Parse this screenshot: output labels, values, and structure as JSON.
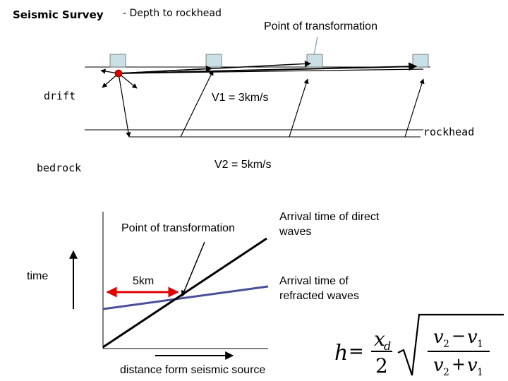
{
  "title": "Seismic Survey",
  "subtitle": "- Depth to rockhead",
  "labels": {
    "point_of_transformation_top": "Point of transformation",
    "drift": "drift",
    "v1": "V1 = 3km/s",
    "rockhead": "rockhead",
    "bedrock": "bedrock",
    "v2": "V2 = 5km/s"
  },
  "graph": {
    "point_of_transformation": "Point of transformation",
    "arrival_direct": [
      "Arrival time of direct",
      "waves"
    ],
    "arrival_refracted": [
      "Arrival time of",
      "refracted waves"
    ],
    "time_axis": "time",
    "crossover_distance": "5km",
    "x_axis": "distance form seismic source"
  },
  "formula": {
    "lhs": "h",
    "numerator": "x",
    "numerator_subscript": "d",
    "denominator": "2",
    "sqrt_num_a": "v",
    "sqrt_num_a_sub": "2",
    "sqrt_num_op": "−",
    "sqrt_num_b": "v",
    "sqrt_num_b_sub": "1",
    "sqrt_den_a": "v",
    "sqrt_den_a_sub": "2",
    "sqrt_den_op": "+",
    "sqrt_den_b": "v",
    "sqrt_den_b_sub": "1"
  },
  "colors": {
    "geophone": "#c8e0e6",
    "source": "#e00000",
    "direct_line": "#000000",
    "refracted_line": "#4a4f9a",
    "crossover_arrow": "#e00000"
  }
}
